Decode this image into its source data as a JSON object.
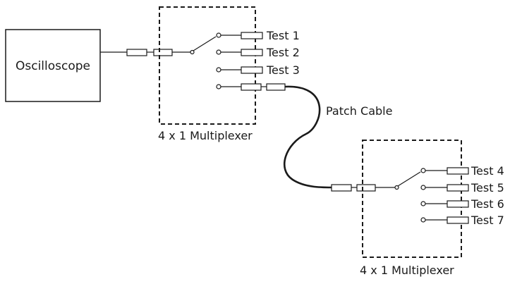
{
  "oscilloscope": {
    "label": "Oscilloscope"
  },
  "multiplexer_top": {
    "label": "4 x 1 Multiplexer",
    "outputs": [
      "Test 1",
      "Test 2",
      "Test 3",
      ""
    ]
  },
  "multiplexer_bottom": {
    "label": "4 x 1 Multiplexer",
    "outputs": [
      "Test 4",
      "Test 5",
      "Test 6",
      "Test 7"
    ]
  },
  "patch_cable": {
    "label": "Patch Cable"
  }
}
